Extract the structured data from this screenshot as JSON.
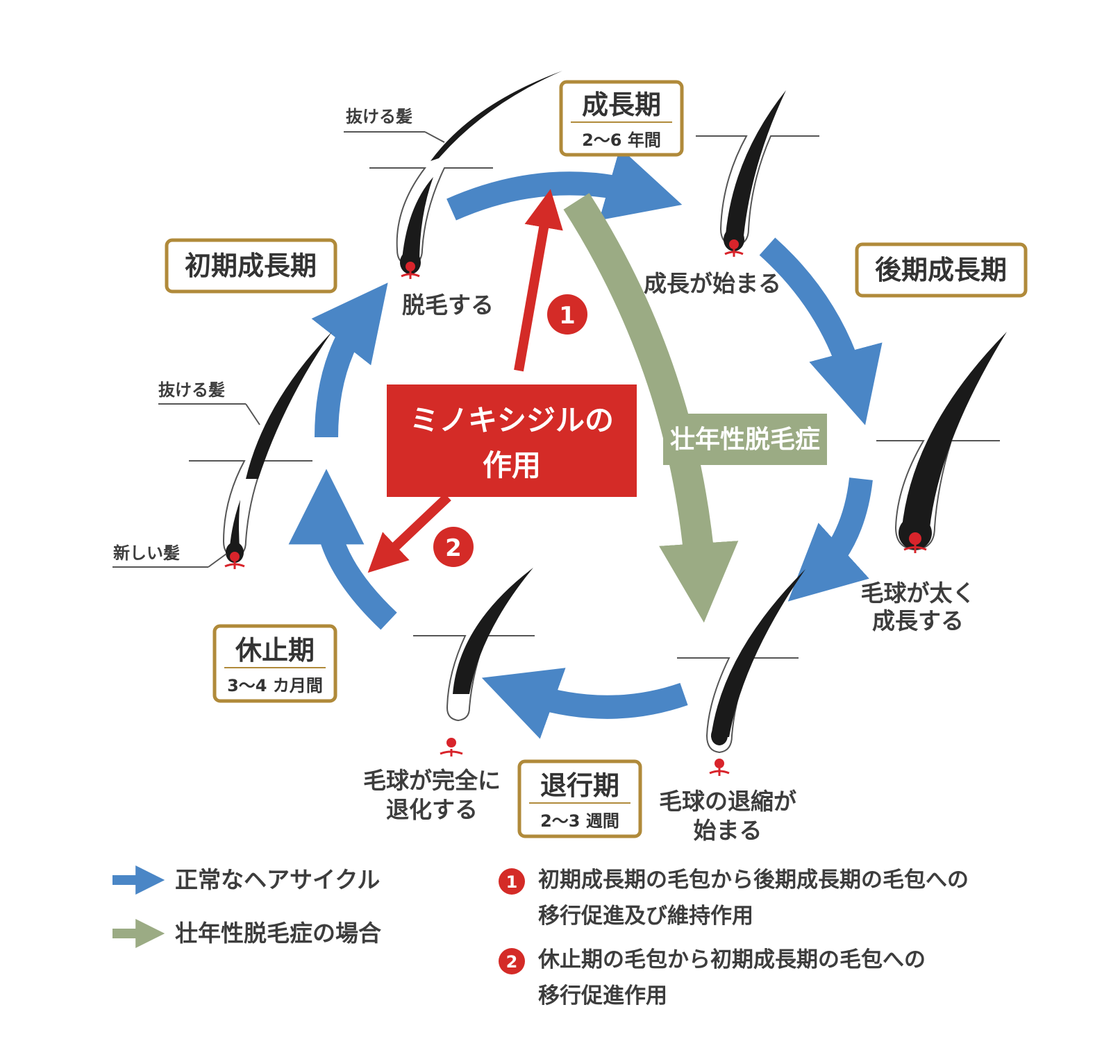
{
  "phases": {
    "anagen": {
      "title": "成長期",
      "duration": "2〜6 年間"
    },
    "early_anagen": {
      "title": "初期成長期"
    },
    "late_anagen": {
      "title": "後期成長期"
    },
    "telogen": {
      "title": "休止期",
      "duration": "3〜4 カ月間"
    },
    "catagen": {
      "title": "退行期",
      "duration": "2〜3 週間"
    }
  },
  "hair_labels": {
    "falling_hair_top": "抜ける髪",
    "falling_hair_left": "抜ける髪",
    "new_hair": "新しい髪"
  },
  "captions": {
    "shedding": "脱毛する",
    "growth_starts": "成長が始まる",
    "bulb_thickens_1": "毛球が太く",
    "bulb_thickens_2": "成長する",
    "bulb_shrink_1": "毛球の退縮が",
    "bulb_shrink_2": "始まる",
    "bulb_regress_1": "毛球が完全に",
    "bulb_regress_2": "退化する"
  },
  "center": {
    "minoxidil_line1": "ミノキシジルの",
    "minoxidil_line2": "作用",
    "aga": "壮年性脱毛症",
    "marker1": "1",
    "marker2": "2"
  },
  "legend": {
    "normal_cycle": "正常なヘアサイクル",
    "aga_case": "壮年性脱毛症の場合",
    "note1_line1": "初期成長期の毛包から後期成長期の毛包への",
    "note1_line2": "移行促進及び維持作用",
    "note2_line1": "休止期の毛包から初期成長期の毛包への",
    "note2_line2": "移行促進作用",
    "marker1": "1",
    "marker2": "2"
  },
  "colors": {
    "cycle_arrow": "#4a86c6",
    "aga_arrow": "#9bab84",
    "minoxidil_red": "#d42b27",
    "box_border": "#b08a3a",
    "hair": "#1a1a1a",
    "papilla": "#d8242b"
  }
}
